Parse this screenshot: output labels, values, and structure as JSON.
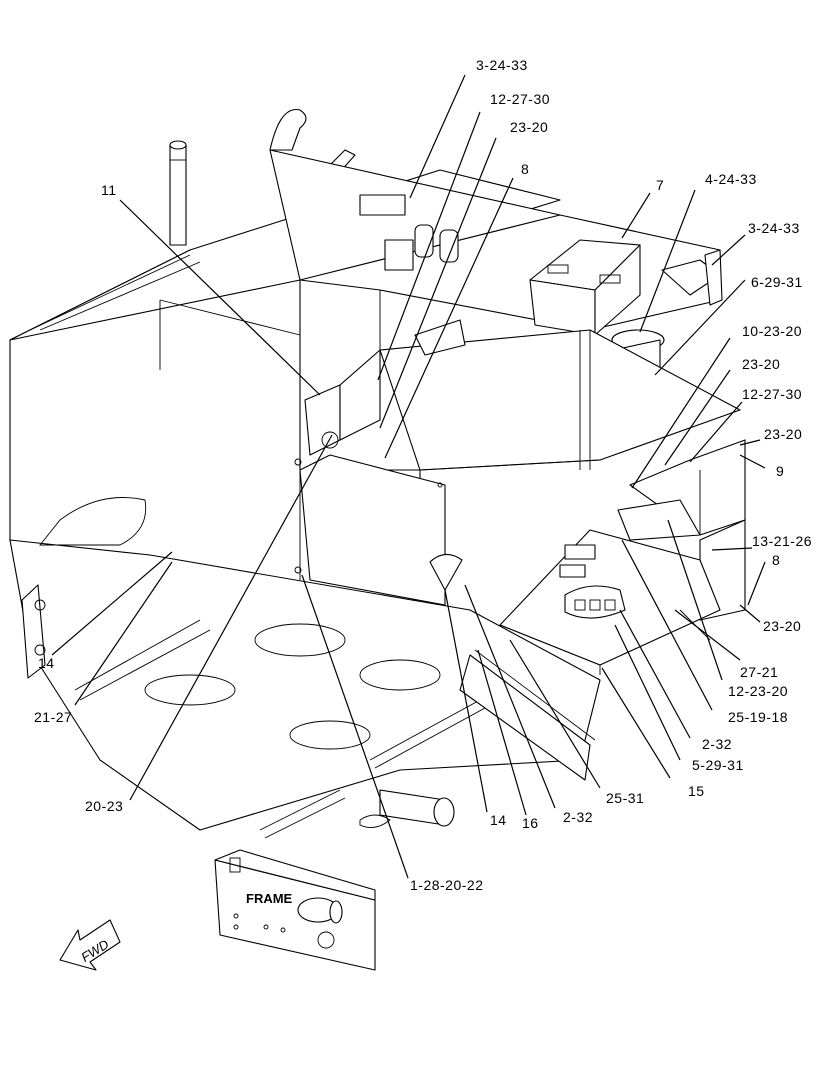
{
  "diagram": {
    "panel_label": "FRAME",
    "direction_label": "FWD",
    "callouts": [
      "3-24-33",
      "12-27-30",
      "23-20",
      "8",
      "11",
      "7",
      "4-24-33",
      "3-24-33",
      "6-29-31",
      "10-23-20",
      "23-20",
      "12-27-30",
      "23-20",
      "9",
      "13-21-26",
      "8",
      "23-20",
      "27-21",
      "12-23-20",
      "25-19-18",
      "2-32",
      "5-29-31",
      "15",
      "25-31",
      "2-32",
      "16",
      "14",
      "1-28-20-22",
      "14",
      "21-27",
      "20-23"
    ]
  }
}
